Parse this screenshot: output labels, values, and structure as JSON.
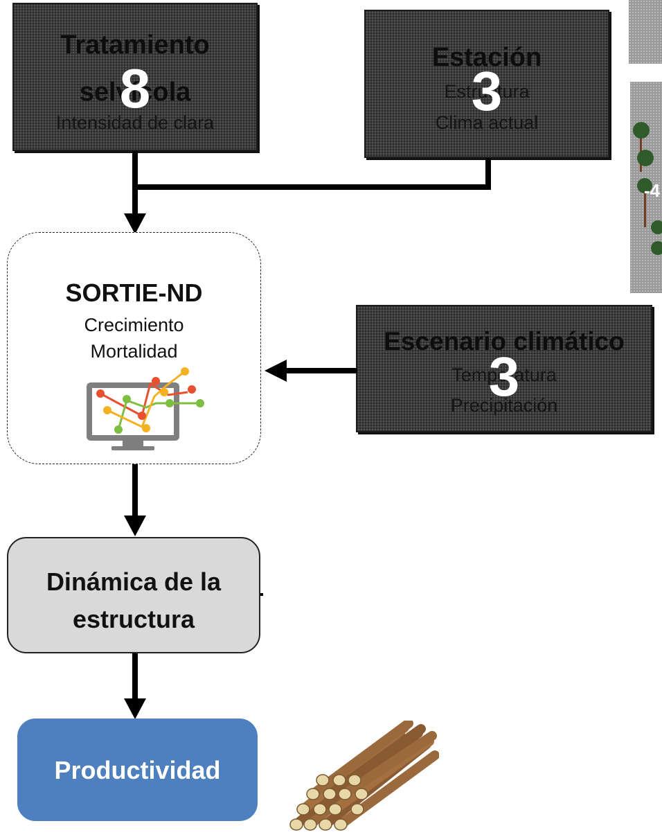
{
  "treatment_box": {
    "title_line1": "Tratamiento",
    "title_line2": "selvícola",
    "subtitle": "Intensidad de clara",
    "number": "8"
  },
  "station_box": {
    "title": "Estación",
    "line1": "Estructura",
    "line2": "Clima actual",
    "number": "3"
  },
  "climate_box": {
    "title": "Escenario climático",
    "line1": "Temperatura",
    "line2": "Precipitación",
    "number": "3"
  },
  "model_box": {
    "title": "SORTIE-ND",
    "line1": "Crecimiento",
    "line2": "Mortalidad",
    "icon": "computer-chart-icon"
  },
  "dynamics_box": {
    "line1": "Dinámica de la",
    "line2": "estructura"
  },
  "productivity_box": {
    "label": "Productividad",
    "icon": "log-pile-icon"
  },
  "side_panel": {
    "visible_text": "-4"
  },
  "colors": {
    "dark_box": "#3a3a3a",
    "dynamics_fill": "#d9d9d9",
    "productivity_fill": "#4e80c0",
    "chart_red": "#e8502f",
    "chart_green": "#7dbd42",
    "chart_orange": "#f4b223"
  }
}
